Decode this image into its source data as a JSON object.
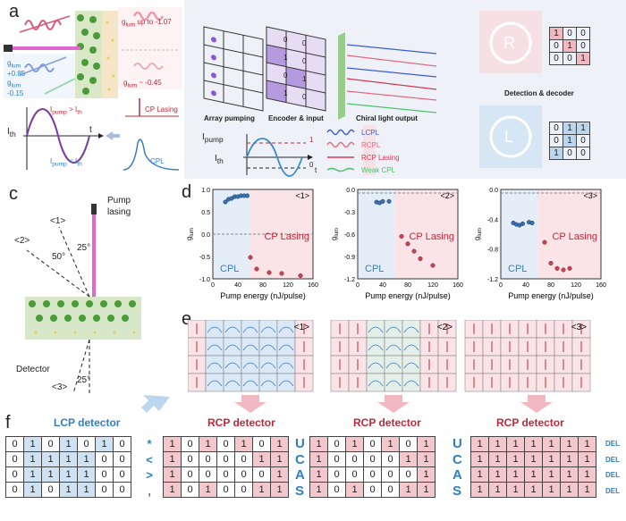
{
  "panel_labels": {
    "a": "a",
    "b": "b",
    "c": "c",
    "d": "d",
    "e": "e",
    "f": "f"
  },
  "panel_a": {
    "glum_up": "g",
    "glum_up_sub": "lum",
    "glum_up_text": " up to -1.07",
    "glum_left1": "g",
    "glum_left1_sub": "lum",
    "glum_left1_val": "+0.85",
    "glum_left2": "g",
    "glum_left2_sub": "lum",
    "glum_left2_val": "-0.15",
    "glum_right2": "g",
    "glum_right2_sub": "lum",
    "glum_right2_text": " ~ -0.45",
    "ith": "I",
    "ith_sub": "th",
    "t": "t",
    "ipump_gt": "I",
    "ipump_gt_sub": "pump",
    "ipump_gt_rest": " > I",
    "ipump_gt_sub2": "th",
    "ipump_lt": "I",
    "ipump_lt_sub": "pump",
    "ipump_lt_rest": " < I",
    "ipump_lt_sub2": "th",
    "cp_lasing": "CP Lasing",
    "cpl": "CPL"
  },
  "panel_b": {
    "array_pumping": "Array pumping",
    "encoder_input": "Encoder & input",
    "chiral_output": "Chiral light output",
    "detection_decoder": "Detection & decoder",
    "ipump": "I",
    "ipump_sub": "pump",
    "ith": "I",
    "ith_sub": "th",
    "t_label": "t",
    "one": "1",
    "zero": "0",
    "legend": [
      "LCPL",
      "RCPL",
      "RCP Lasing",
      "Weak CPL"
    ],
    "legend_colors": [
      "#3b5bdb",
      "#e86a7a",
      "#d43a4e",
      "#4cc36a"
    ],
    "encoder_grid": [
      [
        "0",
        "0",
        ""
      ],
      [
        "1",
        "0",
        ""
      ],
      [
        "0",
        "1",
        ""
      ],
      [
        "1",
        "0",
        ""
      ]
    ],
    "R_grid": [
      [
        "1",
        "0",
        "0"
      ],
      [
        "0",
        "1",
        "0"
      ],
      [
        "0",
        "0",
        "1"
      ]
    ],
    "L_grid": [
      [
        "0",
        "1",
        "1"
      ],
      [
        "0",
        "1",
        "0"
      ],
      [
        "1",
        "0",
        "0"
      ]
    ],
    "R_letter": "R",
    "L_letter": "L"
  },
  "panel_c": {
    "pump_lasing": "Pump\nlasing",
    "pos1": "<1>",
    "pos2": "<2>",
    "pos3": "<3>",
    "angle50": "50°",
    "angle25a": "25°",
    "angle25b": "25°",
    "detector": "Detector"
  },
  "chart_data": [
    {
      "type": "scatter",
      "tag": "<1>",
      "xlabel": "Pump energy (nJ/pulse)",
      "ylabel": "g",
      "ylabel_sub": "lum",
      "xlim": [
        0,
        160
      ],
      "ylim": [
        -1.0,
        1.0
      ],
      "xticks": [
        "0",
        "40",
        "80",
        "120",
        "160"
      ],
      "yticks": [
        "1.0",
        "0.5",
        "0.0",
        "-0.5",
        "-1.0"
      ],
      "cpl_label": "CPL",
      "cp_lasing_label": "CP Lasing",
      "cpl_points": {
        "x": [
          20,
          25,
          30,
          35,
          40,
          45,
          50,
          55
        ],
        "y": [
          0.72,
          0.78,
          0.8,
          0.84,
          0.84,
          0.86,
          0.86,
          0.86
        ]
      },
      "lasing_points": {
        "x": [
          60,
          70,
          90,
          110,
          140
        ],
        "y": [
          -0.52,
          -0.78,
          -0.86,
          -0.88,
          -0.93
        ]
      }
    },
    {
      "type": "scatter",
      "tag": "<2>",
      "xlabel": "Pump energy (nJ/pulse)",
      "ylabel": "g",
      "ylabel_sub": "lum",
      "xlim": [
        0,
        160
      ],
      "ylim": [
        -1.2,
        0.0
      ],
      "xticks": [
        "0",
        "40",
        "80",
        "120",
        "160"
      ],
      "yticks": [
        "0.0",
        "-0.3",
        "-0.6",
        "-0.9",
        "-1.2"
      ],
      "cpl_label": "CPL",
      "cp_lasing_label": "CP Lasing",
      "cpl_points": {
        "x": [
          30,
          35,
          40,
          50
        ],
        "y": [
          -0.17,
          -0.18,
          -0.16,
          -0.16
        ]
      },
      "lasing_points": {
        "x": [
          70,
          80,
          90,
          100,
          120
        ],
        "y": [
          -0.63,
          -0.73,
          -0.83,
          -0.93,
          -1.02
        ]
      }
    },
    {
      "type": "scatter",
      "tag": "<3>",
      "xlabel": "Pump energy (nJ/pulse)",
      "ylabel": "g",
      "ylabel_sub": "lum",
      "xlim": [
        0,
        160
      ],
      "ylim": [
        -1.2,
        0.0
      ],
      "xticks": [
        "0",
        "40",
        "80",
        "120",
        "160"
      ],
      "yticks": [
        "0.0",
        "-0.4",
        "-0.8",
        "-1.2"
      ],
      "cpl_label": "CPL",
      "cp_lasing_label": "CP Lasing",
      "cpl_points": {
        "x": [
          20,
          25,
          30,
          35,
          45,
          50
        ],
        "y": [
          -0.45,
          -0.47,
          -0.48,
          -0.46,
          -0.44,
          -0.45
        ]
      },
      "lasing_points": {
        "x": [
          70,
          80,
          90,
          100,
          110
        ],
        "y": [
          -0.71,
          -0.99,
          -1.06,
          -1.08,
          -1.06
        ]
      }
    }
  ],
  "panel_e": {
    "tags": [
      "<1>",
      "<2>",
      "<3>"
    ]
  },
  "panel_f": {
    "lcp": {
      "title": "LCP detector",
      "rows": [
        [
          "0",
          "1",
          "0",
          "1",
          "0",
          "1",
          "0"
        ],
        [
          "0",
          "1",
          "1",
          "1",
          "1",
          "0",
          "0"
        ],
        [
          "0",
          "1",
          "1",
          "1",
          "1",
          "0",
          "0"
        ],
        [
          "0",
          "1",
          "0",
          "1",
          "1",
          "0",
          "0"
        ]
      ],
      "shade": [
        [
          0,
          1,
          0,
          1,
          0,
          1,
          0
        ],
        [
          0,
          1,
          1,
          1,
          1,
          0,
          0
        ],
        [
          0,
          1,
          1,
          1,
          1,
          0,
          0
        ],
        [
          0,
          1,
          0,
          1,
          1,
          0,
          0
        ]
      ],
      "symbols": [
        "*",
        "<",
        ">",
        ","
      ]
    },
    "rcp1": {
      "title": "RCP detector",
      "rows": [
        [
          "1",
          "0",
          "1",
          "0",
          "1",
          "0",
          "1"
        ],
        [
          "1",
          "0",
          "0",
          "0",
          "0",
          "1",
          "1"
        ],
        [
          "1",
          "0",
          "0",
          "0",
          "0",
          "0",
          "1"
        ],
        [
          "1",
          "0",
          "1",
          "0",
          "0",
          "1",
          "1"
        ]
      ],
      "letters": [
        "U",
        "C",
        "A",
        "S"
      ]
    },
    "rcp2": {
      "title": "RCP detector",
      "rows": [
        [
          "1",
          "0",
          "1",
          "0",
          "1",
          "0",
          "1"
        ],
        [
          "1",
          "0",
          "0",
          "0",
          "0",
          "1",
          "1"
        ],
        [
          "1",
          "0",
          "0",
          "0",
          "0",
          "0",
          "1"
        ],
        [
          "1",
          "0",
          "1",
          "0",
          "0",
          "1",
          "1"
        ]
      ],
      "letters": [
        "U",
        "C",
        "A",
        "S"
      ]
    },
    "rcp3": {
      "title": "RCP detector",
      "rows": [
        [
          "1",
          "1",
          "1",
          "1",
          "1",
          "1",
          "1"
        ],
        [
          "1",
          "1",
          "1",
          "1",
          "1",
          "1",
          "1"
        ],
        [
          "1",
          "1",
          "1",
          "1",
          "1",
          "1",
          "1"
        ],
        [
          "1",
          "1",
          "1",
          "1",
          "1",
          "1",
          "1"
        ]
      ],
      "labels": [
        "DEL",
        "DEL",
        "DEL",
        "DEL"
      ]
    }
  },
  "colors": {
    "blue": "#2f7fc1",
    "red": "#c0283a",
    "lightblue": "#cfe2f3",
    "pink": "#f4c7cc",
    "grid_blue": "#bcd6ee",
    "grid_red": "#f2b8bf"
  }
}
